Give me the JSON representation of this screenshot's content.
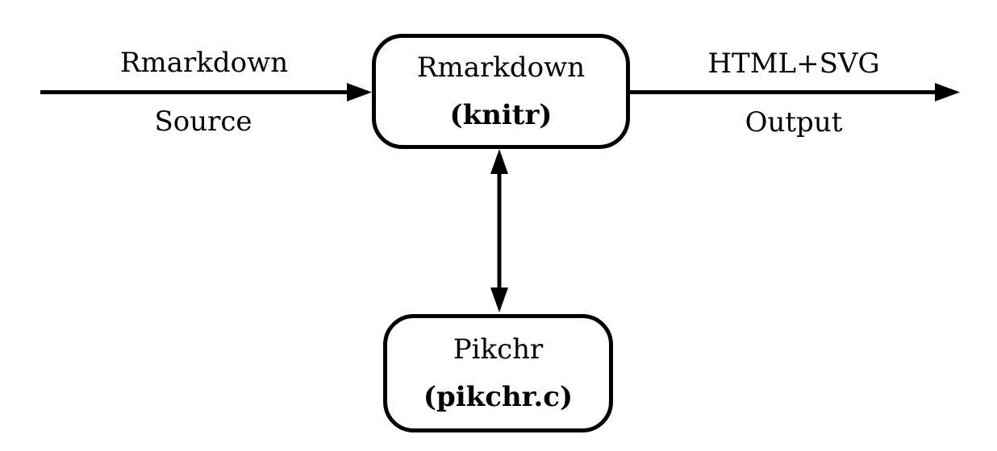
{
  "colors": {
    "stroke": "#000000",
    "fill": "#ffffff",
    "background": "#ffffff"
  },
  "nodes": {
    "knitr": {
      "title": "Rmarkdown",
      "subtitle": "(knitr)"
    },
    "pikchr": {
      "title": "Pikchr",
      "subtitle": "(pikchr.c)"
    }
  },
  "edges": {
    "input": {
      "label_top": "Rmarkdown",
      "label_bottom": "Source"
    },
    "output": {
      "label_top": "HTML+SVG",
      "label_bottom": "Output"
    },
    "link": {
      "description": "bidirectional connector between Rmarkdown (knitr) and Pikchr (pikchr.c)"
    }
  }
}
